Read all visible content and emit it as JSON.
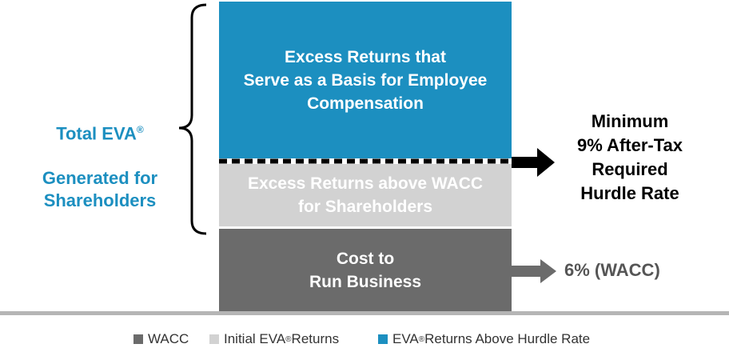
{
  "colors": {
    "blue": "#1c8fc0",
    "light_gray": "#d2d2d2",
    "dark_gray": "#6b6b6b",
    "accent_text": "#1c8fc0",
    "baseline": "#b5b5b5"
  },
  "total_label": {
    "line1": "Total EVA",
    "reg": "®",
    "line2": "Generated for\nShareholders"
  },
  "blocks": {
    "top": "Excess Returns that\nServe as a Basis for Employee\nCompensation",
    "middle": "Excess Returns above WACC\nfor Shareholders",
    "bottom": "Cost to\nRun Business"
  },
  "right_labels": {
    "hurdle": "Minimum\n9% After-Tax\nRequired\nHurdle Rate",
    "wacc": "6% (WACC)"
  },
  "legend": [
    {
      "label": "WACC",
      "reg": "",
      "suffix": "",
      "color": "#6b6b6b"
    },
    {
      "label": "Initial EVA",
      "reg": "®",
      "suffix": " Returns",
      "color": "#d2d2d2"
    },
    {
      "label": "EVA",
      "reg": "®",
      "suffix": " Returns Above Hurdle Rate",
      "color": "#1c8fc0"
    }
  ]
}
